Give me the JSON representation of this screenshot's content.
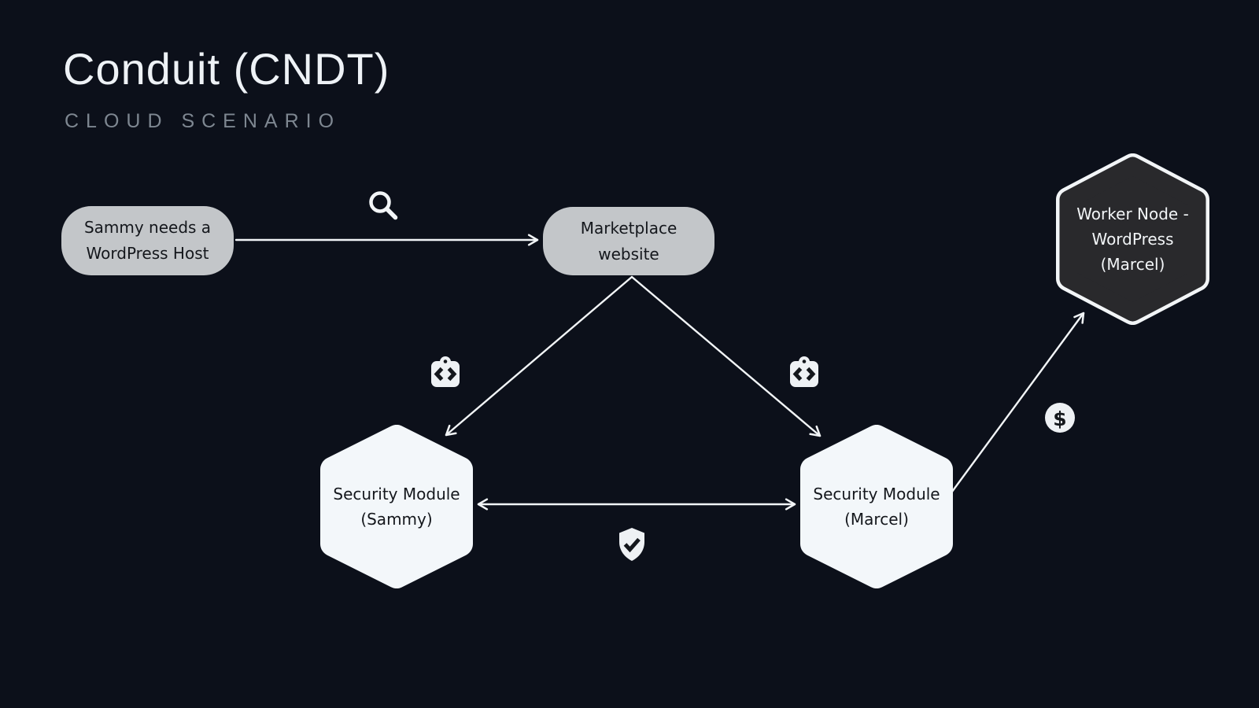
{
  "header": {
    "title": "Conduit (CNDT)",
    "subtitle": "CLOUD SCENARIO"
  },
  "nodes": {
    "request": {
      "label": "Sammy needs a\nWordPress Host",
      "shape": "rounded-rectangle",
      "fill": "#c3c6c9"
    },
    "marketplace": {
      "label": "Marketplace\nwebsite",
      "shape": "rounded-rectangle",
      "fill": "#c3c6c9"
    },
    "security_sammy": {
      "label": "Security Module\n(Sammy)",
      "shape": "hexagon",
      "fill": "#f3f7fa"
    },
    "security_marcel": {
      "label": "Security Module\n(Marcel)",
      "shape": "hexagon",
      "fill": "#f3f7fa"
    },
    "worker": {
      "label": "Worker Node -\nWordPress\n(Marcel)",
      "shape": "hexagon-outlined",
      "fill": "#29292c"
    }
  },
  "edges": [
    {
      "from": "request",
      "to": "marketplace",
      "style": "arrow",
      "icon": "magnifying-glass"
    },
    {
      "from": "marketplace",
      "to": "security_sammy",
      "style": "arrow",
      "icon": "code-clipboard"
    },
    {
      "from": "marketplace",
      "to": "security_marcel",
      "style": "arrow",
      "icon": "code-clipboard"
    },
    {
      "from": "security_sammy",
      "to": "security_marcel",
      "style": "double-arrow",
      "icon": "shield-check"
    },
    {
      "from": "security_marcel",
      "to": "worker",
      "style": "arrow",
      "icon": "dollar-circle"
    }
  ],
  "icons": {
    "search": "magnifying-glass-icon",
    "code": "code-clipboard-icon",
    "shield": "shield-check-icon",
    "dollar": "dollar-circle-icon",
    "dollar_glyph": "$"
  },
  "colors": {
    "background": "#0c101a",
    "pill_fill": "#c3c6c9",
    "hex_fill": "#f3f7fa",
    "dark_hex_fill": "#29292c",
    "text_dark": "#14171c",
    "text_light": "#f2f5f7",
    "connector": "#f2f5f7",
    "subtitle_gray": "#7e8791"
  }
}
